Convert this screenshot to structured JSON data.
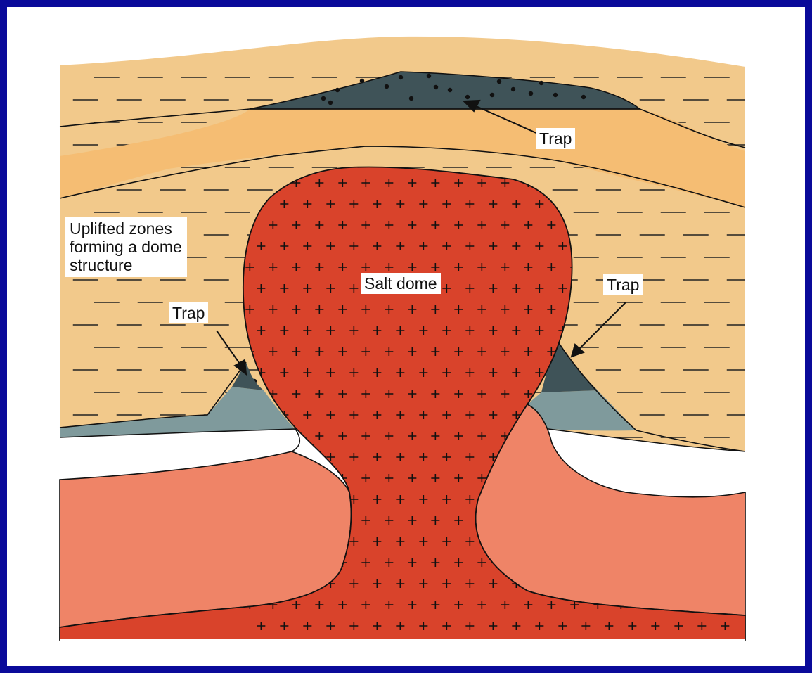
{
  "labels": {
    "trap_top": "Trap",
    "trap_right": "Trap",
    "trap_left": "Trap",
    "salt_dome": "Salt dome",
    "uplifted_zones": [
      "Uplifted zones",
      "forming a dome",
      "structure"
    ]
  },
  "colors": {
    "frame_border": "#0a0a9a",
    "sand": "#f2c98b",
    "sand_light": "#f5bd73",
    "shale_line": "#222222",
    "trap_dark": "#3f5358",
    "trap_light": "#7f9a9c",
    "salt": "#d9432b",
    "lower_rock": "#ef8467",
    "white_layer": "#ffffff"
  }
}
